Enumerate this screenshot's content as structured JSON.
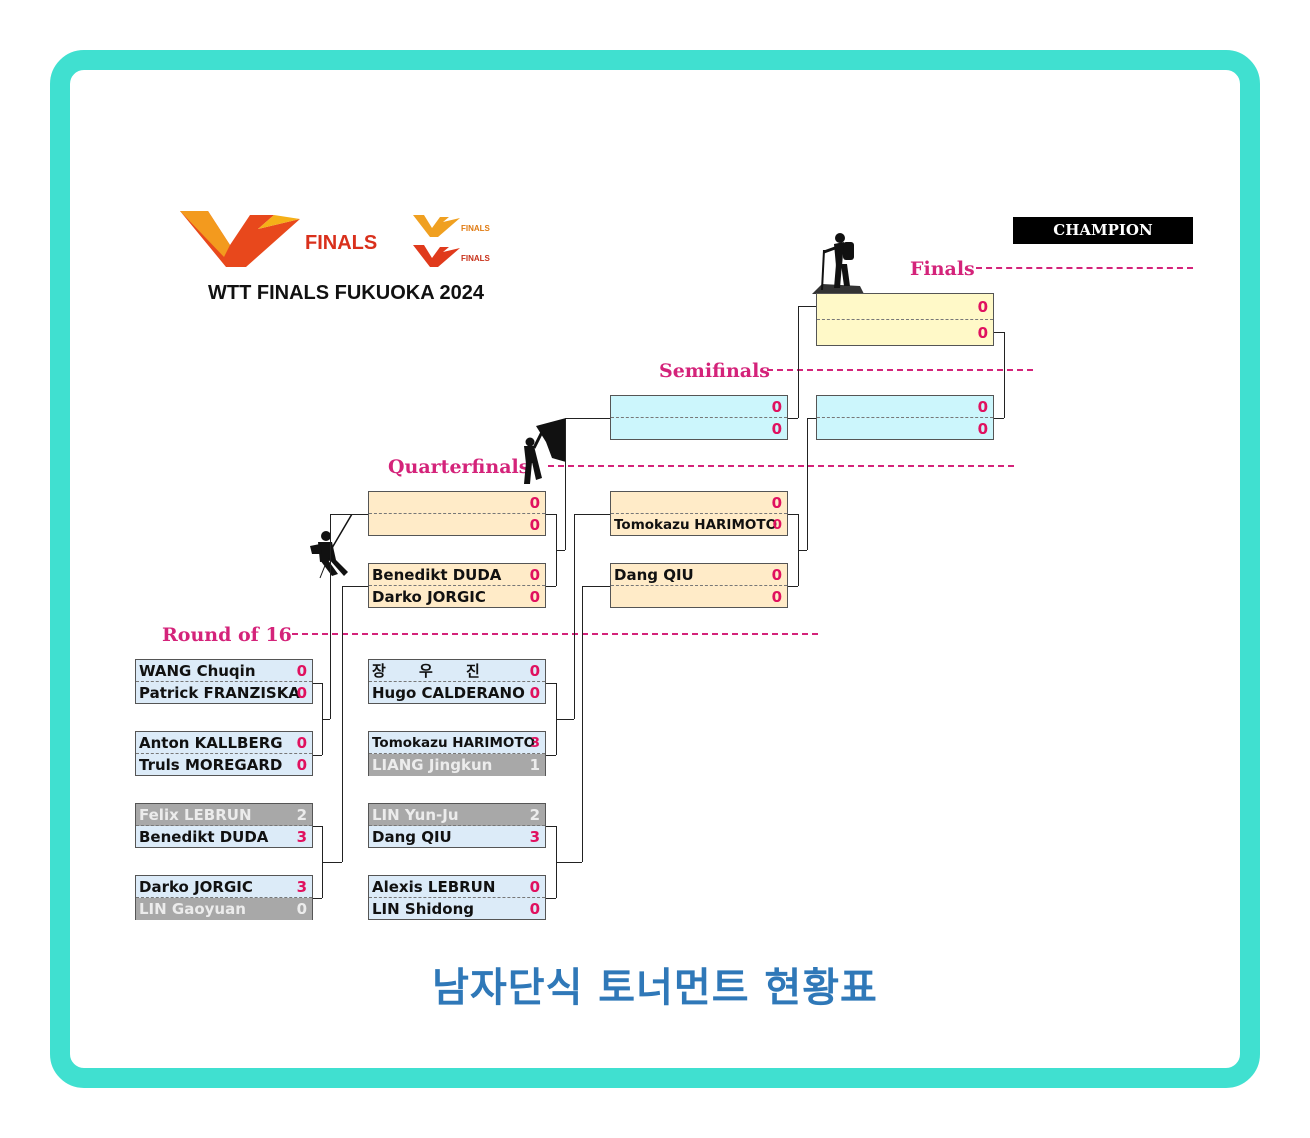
{
  "header": {
    "logo_word": "FINALS",
    "logo_word_women": "FINALS",
    "logo_word_men": "FINALS",
    "subtitle": "WTT FINALS FUKUOKA 2024"
  },
  "labels": {
    "champion": "CHAMPION",
    "finals": "Finals",
    "semifinals": "Semifinals",
    "quarterfinals": "Quarterfinals",
    "round_of_16": "Round of 16"
  },
  "title": "남자단식 토너먼트 현황표",
  "colors": {
    "frame": "#40e0d0",
    "accent": "#d4237a",
    "score": "#e0115f",
    "title": "#2f78b8"
  },
  "round_of_16": [
    {
      "p1": "WANG Chuqin",
      "s1": "0",
      "p2": "Patrick FRANZISKA",
      "s2": "0"
    },
    {
      "p1": "Anton KALLBERG",
      "s1": "0",
      "p2": "Truls MOREGARD",
      "s2": "0"
    },
    {
      "p1": "Felix LEBRUN",
      "s1": "2",
      "p2": "Benedikt DUDA",
      "s2": "3"
    },
    {
      "p1": "Darko JORGIC",
      "s1": "3",
      "p2": "LIN Gaoyuan",
      "s2": "0"
    },
    {
      "p1": "장 우 진",
      "s1": "0",
      "p2": "Hugo CALDERANO",
      "s2": "0"
    },
    {
      "p1": "Tomokazu HARIMOTO",
      "s1": "3",
      "p2": "LIANG Jingkun",
      "s2": "1"
    },
    {
      "p1": "LIN Yun-Ju",
      "s1": "2",
      "p2": "Dang QIU",
      "s2": "3"
    },
    {
      "p1": "Alexis LEBRUN",
      "s1": "0",
      "p2": "LIN Shidong",
      "s2": "0"
    }
  ],
  "quarterfinals": [
    {
      "p1": "",
      "s1": "0",
      "p2": "",
      "s2": "0"
    },
    {
      "p1": "Benedikt DUDA",
      "s1": "0",
      "p2": "Darko JORGIC",
      "s2": "0"
    },
    {
      "p1": "",
      "s1": "0",
      "p2": "Tomokazu HARIMOTO",
      "s2": "0"
    },
    {
      "p1": "Dang QIU",
      "s1": "0",
      "p2": "",
      "s2": "0"
    }
  ],
  "semifinals": [
    {
      "p1": "",
      "s1": "0",
      "p2": "",
      "s2": "0"
    },
    {
      "p1": "",
      "s1": "0",
      "p2": "",
      "s2": "0"
    }
  ],
  "final": {
    "p1": "",
    "s1": "0",
    "p2": "",
    "s2": "0"
  }
}
